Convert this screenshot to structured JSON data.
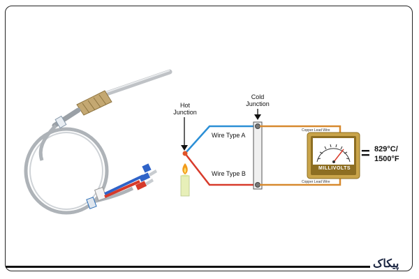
{
  "diagram": {
    "hot_junction_label": "Hot\nJunction",
    "cold_junction_label": "Cold\nJunction",
    "wire_a_label": "Wire Type A",
    "wire_b_label": "Wire Type B",
    "copper_lead_top": "Copper Lead Wire",
    "copper_lead_bottom": "Copper Lead Wire",
    "gauge_label": "MILLIVOLTS",
    "equals_sign": "=",
    "result_line1": "829°C/",
    "result_line2": "1500°F",
    "colors": {
      "wire_a": "#2b8fd6",
      "wire_b": "#d83b2b",
      "copper": "#d7892e",
      "gauge_frame": "#c9a44a"
    }
  },
  "footer": {
    "brand_text": "پیکاک"
  }
}
